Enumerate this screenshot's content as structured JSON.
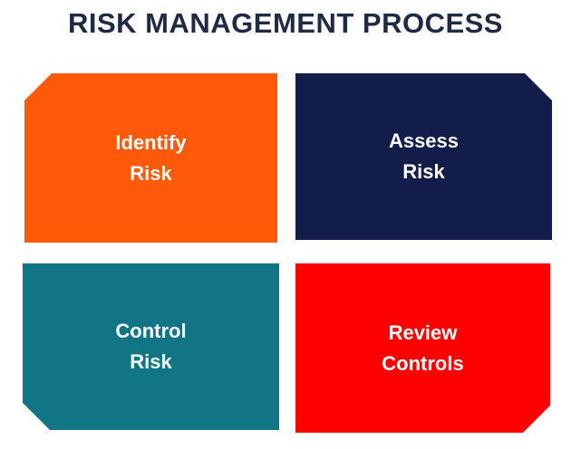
{
  "title": "RISK MANAGEMENT PROCESS",
  "steps": [
    {
      "line1": "Identify",
      "line2": "Risk",
      "color": "#ff5a0a"
    },
    {
      "line1": "Assess",
      "line2": "Risk",
      "color": "#121d4a"
    },
    {
      "line1": "Control",
      "line2": "Risk",
      "color": "#117585"
    },
    {
      "line1": "Review",
      "line2": "Controls",
      "color": "#ff0000"
    }
  ]
}
